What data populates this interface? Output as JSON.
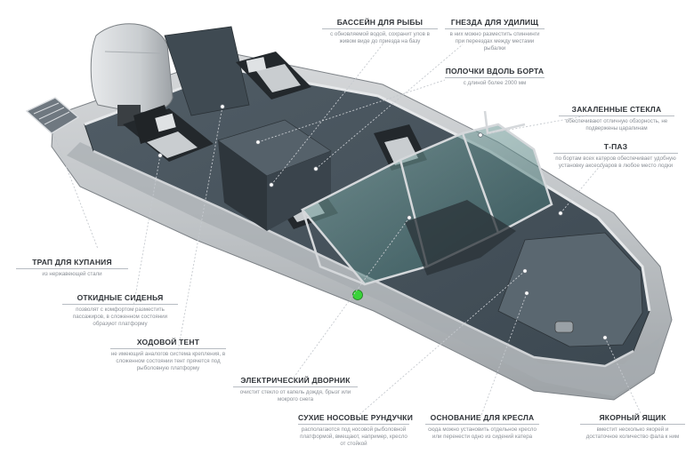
{
  "callouts": [
    {
      "id": "fish-pool",
      "title": "БАССЕЙН ДЛЯ РЫБЫ",
      "desc": "с обновляемой водой, сохранит улов в живом виде до приезда на базу"
    },
    {
      "id": "rod-holders",
      "title": "ГНЕЗДА ДЛЯ УДИЛИЩ",
      "desc": "в них можно разместить спиннинги при переездах между местами рыбалки"
    },
    {
      "id": "side-shelves",
      "title": "ПОЛОЧКИ ВДОЛЬ БОРТА",
      "desc": "с длиной более 2000 мм"
    },
    {
      "id": "tempered-glass",
      "title": "ЗАКАЛЕННЫЕ СТЕКЛА",
      "desc": "обеспечивают отличную обзорность, не подвержены царапинам"
    },
    {
      "id": "t-slot",
      "title": "Т-ПАЗ",
      "desc": "по бортам всех катеров обеспечивает удобную установку аксессуаров в любое место лодки"
    },
    {
      "id": "swim-ladder",
      "title": "ТРАП ДЛЯ КУПАНИЯ",
      "desc": "из нержавеющей стали"
    },
    {
      "id": "folding-seats",
      "title": "ОТКИДНЫЕ СИДЕНЬЯ",
      "desc": "позволят с комфортом разместить пассажиров, в сложенном состоянии образуют платформу"
    },
    {
      "id": "running-tent",
      "title": "ХОДОВОЙ ТЕНТ",
      "desc": "не имеющий аналогов система крепления, в сложенном состоянии тент прячется под рыболовную платформу"
    },
    {
      "id": "wiper",
      "title": "ЭЛЕКТРИЧЕСКИЙ ДВОРНИК",
      "desc": "очистит стекло от капель дождя, брызг или мокрого снега"
    },
    {
      "id": "bow-lockers",
      "title": "СУХИЕ НОСОВЫЕ РУНДУЧКИ",
      "desc": "располагаются под носовой рыболовной платформой, вмещают, например, кресло от стойкой"
    },
    {
      "id": "seat-base",
      "title": "ОСНОВАНИЕ ДЛЯ КРЕСЛА",
      "desc": "сюда можно установить отдельное кресло или перенести одно из сидений катера"
    },
    {
      "id": "anchor-box",
      "title": "ЯКОРНЫЙ ЯЩИК",
      "desc": "вместит несколько якорей и достаточное количество фала к ним"
    }
  ],
  "colors": {
    "hull": "#c4c7ca",
    "deck": "#4a565f",
    "seat": "#1f2326",
    "accent_green": "#39d339"
  }
}
